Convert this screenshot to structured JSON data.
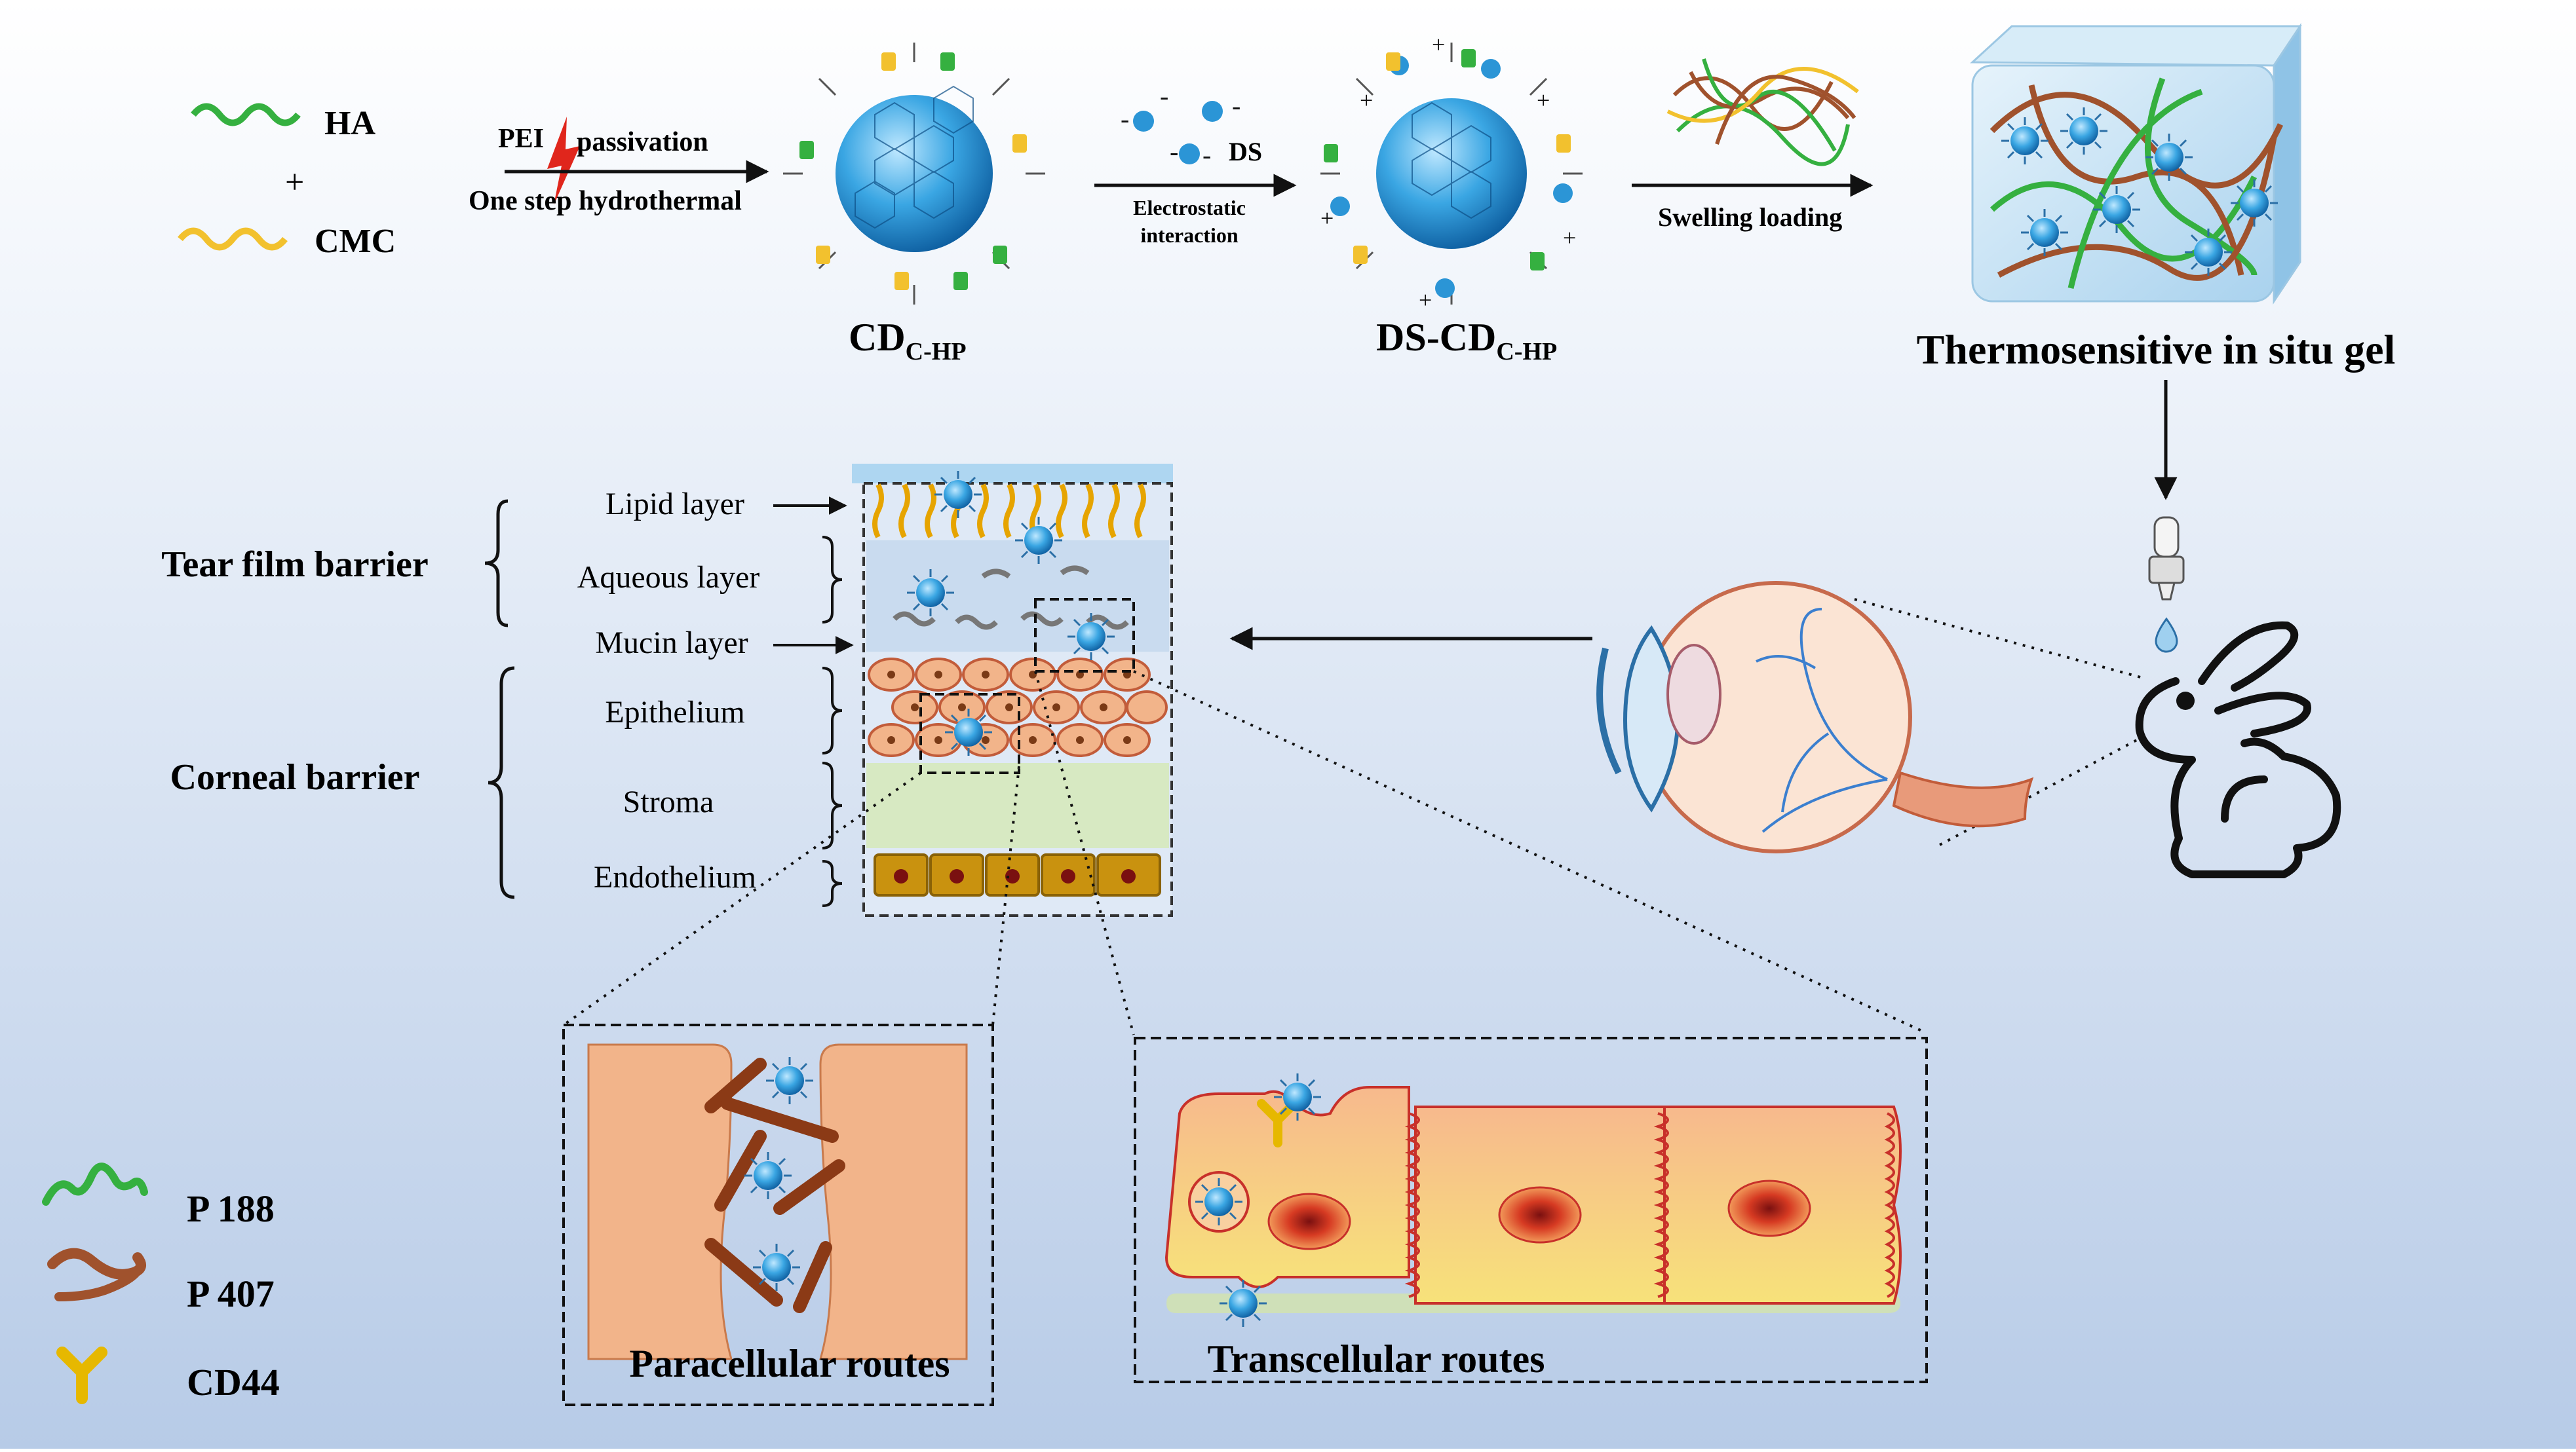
{
  "colors": {
    "bg_top": "#ffffff",
    "bg_bottom": "#b9cde8",
    "cd_blue": "#2b95d6",
    "ha_green": "#35b040",
    "cmc_yellow": "#f2c12e",
    "cell_orange": "#f2b48a",
    "stroma_green": "#d7e9c2",
    "endo_brown": "#c9920f",
    "poloxamer_brown": "#a0522d"
  },
  "synthesis": {
    "ha": "HA",
    "plus": "+",
    "cmc": "CMC",
    "pei": "PEI",
    "passivation": "passivation",
    "hydrothermal": "One step hydrothermal",
    "cd_main": "CD",
    "cd_sub": "C-HP",
    "ds": "DS",
    "electrostatic1": "Electrostatic",
    "electrostatic2": "interaction",
    "dscd_main": "DS-CD",
    "dscd_sub": "C-HP",
    "swelling": "Swelling loading",
    "gel": "Thermosensitive in situ gel"
  },
  "barriers": {
    "tear_film": "Tear film barrier",
    "corneal": "Corneal barrier",
    "lipid": "Lipid layer",
    "aqueous": "Aqueous layer",
    "mucin": "Mucin layer",
    "epithelium": "Epithelium",
    "stroma": "Stroma",
    "endothelium": "Endothelium"
  },
  "routes": {
    "paracellular": "Paracellular routes",
    "transcellular": "Transcellular routes"
  },
  "legend": {
    "p188": "P 188",
    "p407": "P 407",
    "cd44": "CD44"
  }
}
